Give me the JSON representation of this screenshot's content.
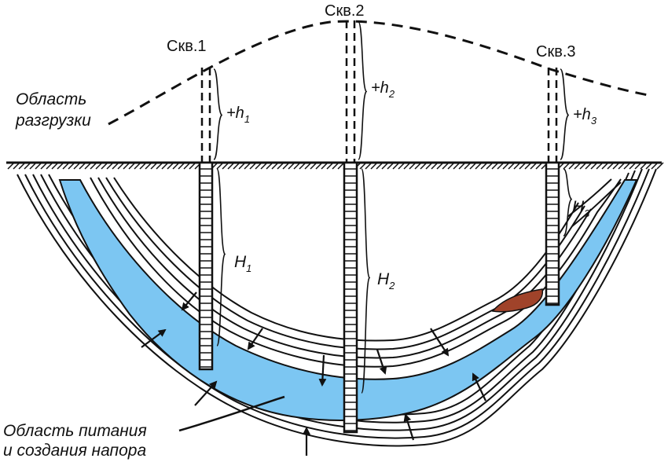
{
  "wells": [
    {
      "label": "Скв.1",
      "h_small": "+h",
      "h_small_sub": "1",
      "H_big": "H",
      "H_big_sub": "1"
    },
    {
      "label": "Скв.2",
      "h_small": "+h",
      "h_small_sub": "2",
      "H_big": "H",
      "H_big_sub": "2"
    },
    {
      "label": "Скв.3",
      "h_small": "+h",
      "h_small_sub": "3",
      "H_big": "H",
      "H_big_sub": "3"
    }
  ],
  "labels": {
    "discharge_line1": "Область",
    "discharge_line2": "разгрузки",
    "recharge_line1": "Область питания",
    "recharge_line2": "и создания напора"
  },
  "colors": {
    "aquifer": "#7cc6f2",
    "lens": "#a0432a",
    "line": "#111111"
  }
}
